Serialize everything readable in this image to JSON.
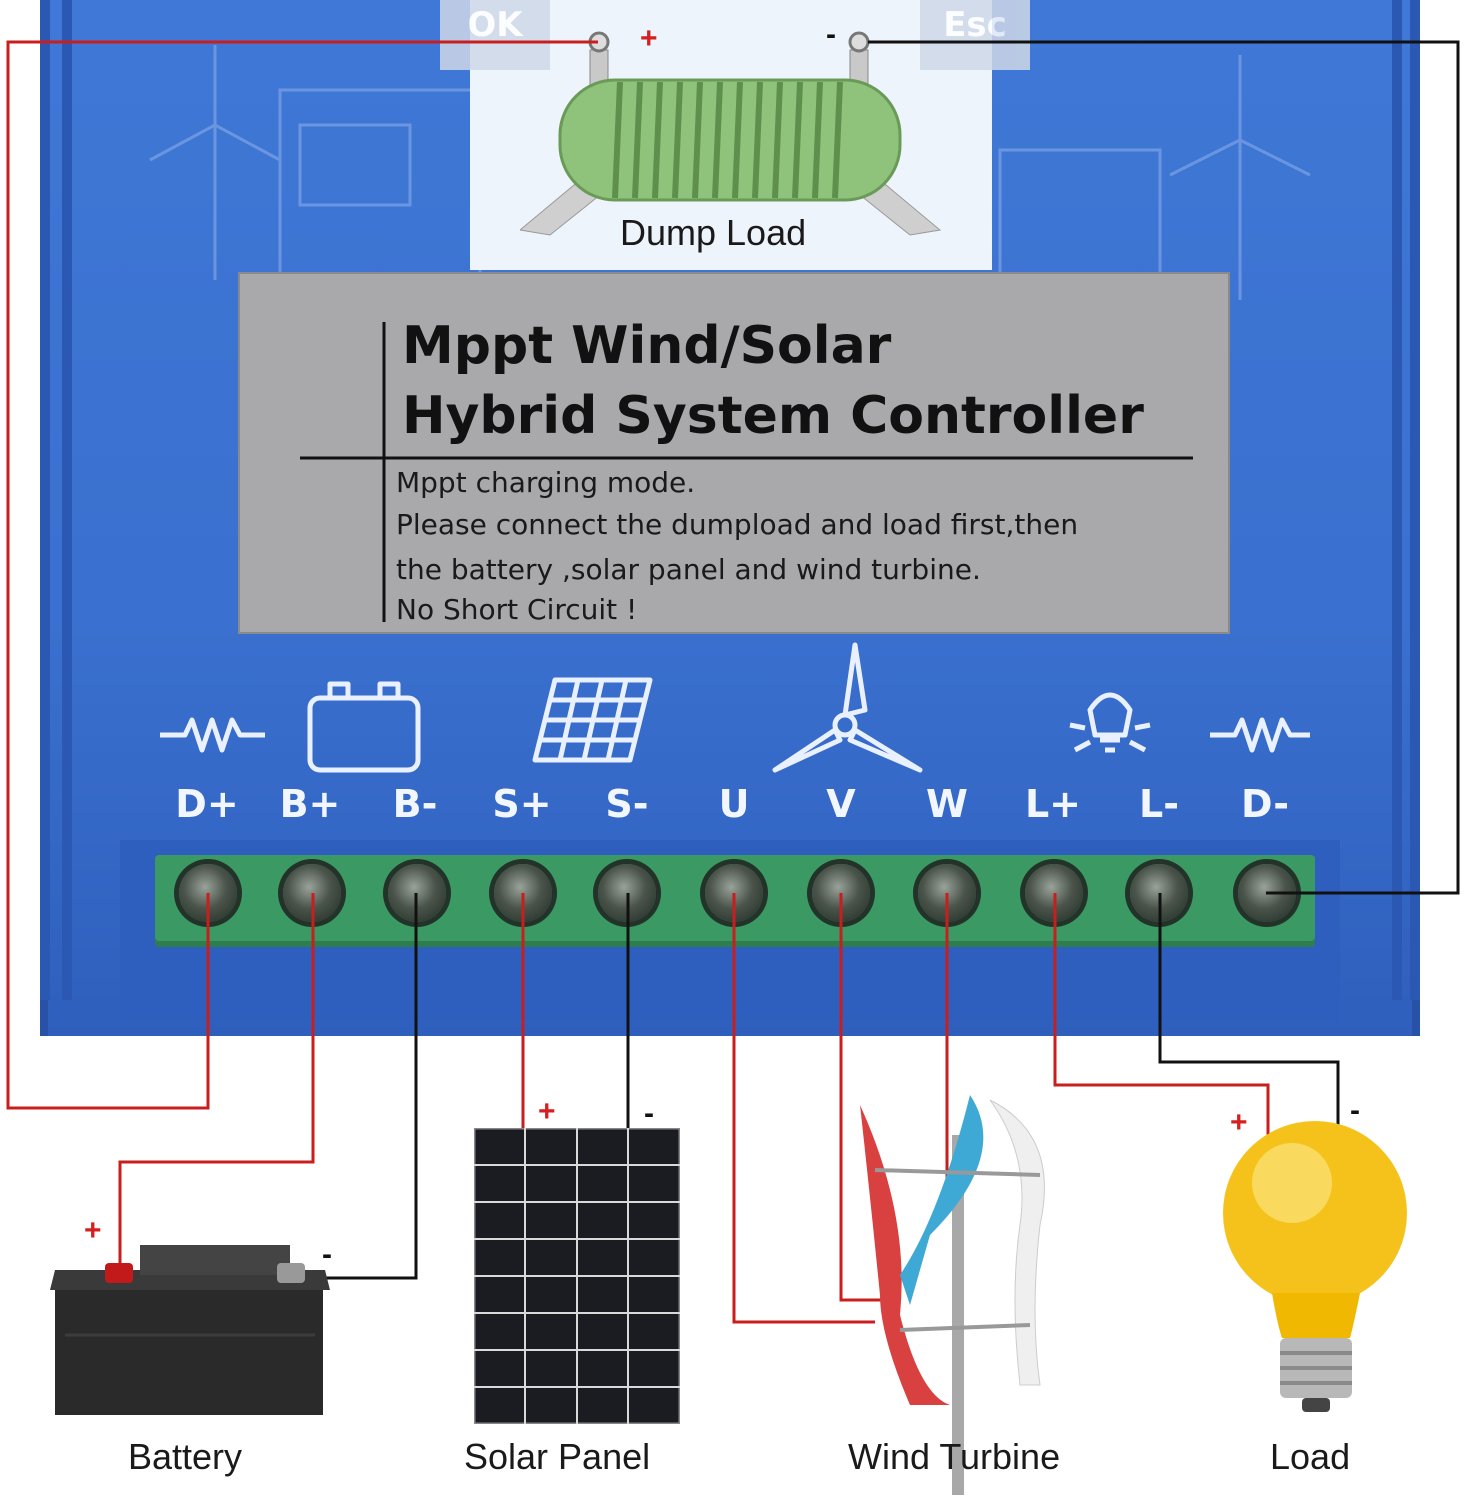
{
  "controller": {
    "title_line1": "Mppt Wind/Solar",
    "title_line2": "Hybrid System Controller",
    "notice_lines": [
      "Mppt charging mode.",
      "Please connect the dumpload and load first,then",
      "the battery ,solar panel and wind turbine.",
      "No Short Circuit !"
    ],
    "buttons": [
      "OK",
      "Esc"
    ],
    "terminals": [
      "D+",
      "B+",
      "B-",
      "S+",
      "S-",
      "U",
      "V",
      "W",
      "L+",
      "L-",
      "D-"
    ],
    "terminal_icons": [
      "resistor-icon",
      "battery-icon",
      "solar-panel-icon",
      "wind-turbine-icon",
      "bulb-icon",
      "resistor-icon"
    ]
  },
  "components": {
    "dump_load": "Dump Load",
    "battery": "Battery",
    "solar_panel": "Solar Panel",
    "wind_turbine": "Wind Turbine",
    "load": "Load"
  },
  "polarity": {
    "plus": "+",
    "minus": "-"
  },
  "colors": {
    "positive_wire": "#c81e1e",
    "negative_wire": "#111111",
    "controller_blue": "#3a70cf",
    "terminal_green": "#3b9a63"
  }
}
